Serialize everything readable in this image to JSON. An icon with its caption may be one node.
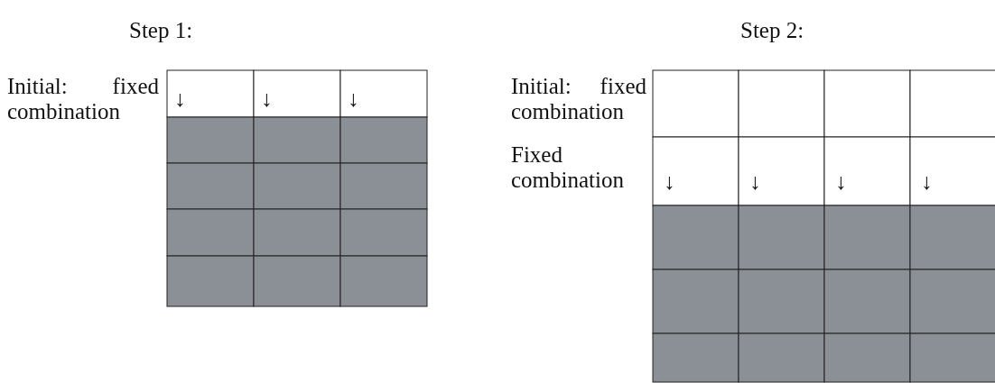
{
  "diagram": {
    "labels": [
      "Step 1:",
      "Step 2:",
      "Initial: fixed combination",
      "↓",
      "↓",
      "↓",
      "Initial: fixed combination",
      "Fixed combination",
      "↓",
      "↓",
      "↓",
      "↓"
    ]
  }
}
